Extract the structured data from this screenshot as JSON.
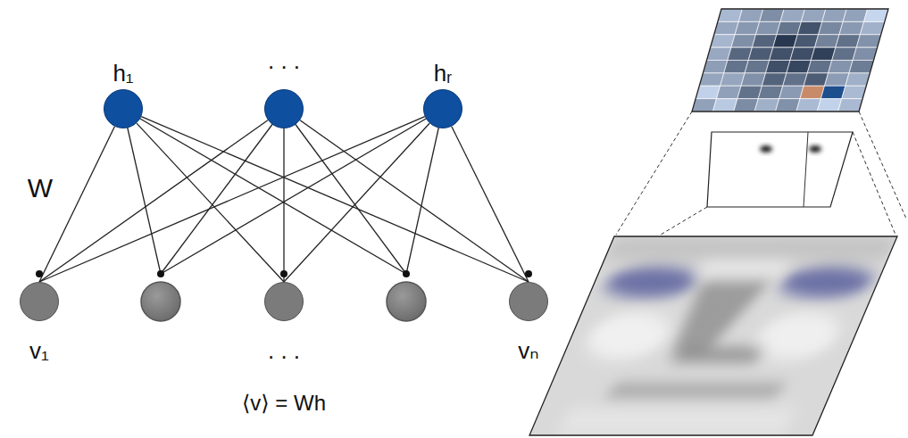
{
  "diagram": {
    "nodes": [
      {
        "text": [
          "h₁"
        ]
      },
      {
        "text": [
          ". . ."
        ]
      },
      {
        "text": [
          "hᵣ"
        ]
      },
      {
        "text": [
          "v₁"
        ]
      },
      {
        "text": [
          ". . ."
        ]
      },
      {
        "text": [
          "vₙ"
        ]
      }
    ],
    "edges": [
      {
        "from": 0,
        "to": 3,
        "arrow": "none"
      },
      {
        "from": 0,
        "to": 4,
        "arrow": "none"
      },
      {
        "from": 0,
        "to": 5,
        "arrow": "none"
      },
      {
        "from": 1,
        "to": 3,
        "arrow": "none"
      },
      {
        "from": 1,
        "to": 4,
        "arrow": "none"
      },
      {
        "from": 1,
        "to": 5,
        "arrow": "none"
      },
      {
        "from": 2,
        "to": 3,
        "arrow": "none"
      },
      {
        "from": 2,
        "to": 4,
        "arrow": "none"
      },
      {
        "from": 2,
        "to": 5,
        "arrow": "none"
      }
    ],
    "labels": [
      "W",
      "⟨v⟩ = Wh"
    ]
  }
}
